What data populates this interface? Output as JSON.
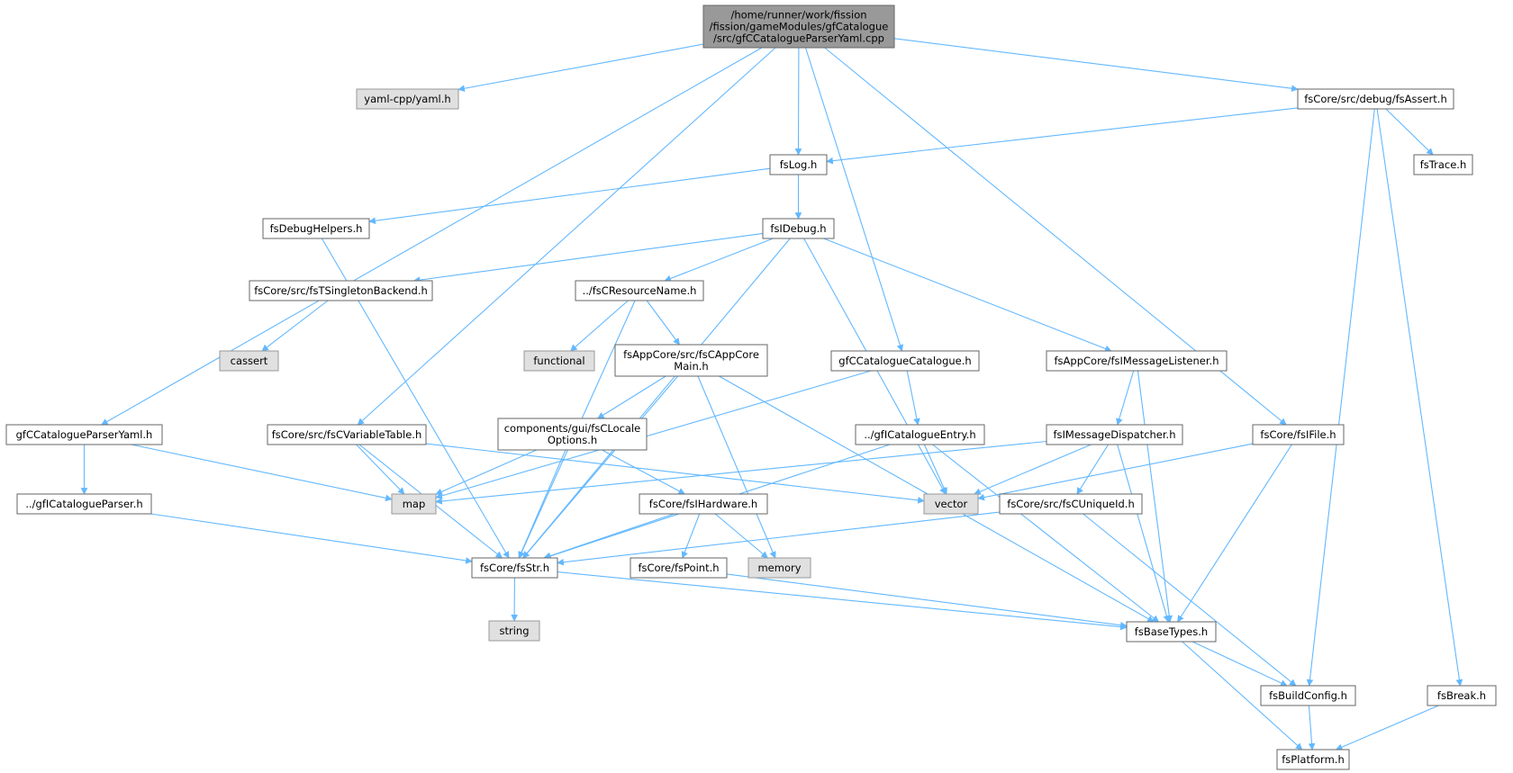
{
  "colors": {
    "edge": "#63b8ff",
    "node_fill": "#ffffff",
    "node_stroke": "#666666",
    "root_fill": "#999999",
    "root_stroke": "#666666",
    "external_fill": "#e0e0e0",
    "external_stroke": "#999999"
  },
  "nodes": {
    "root": {
      "lines": [
        "/home/runner/work/fission",
        "/fission/gameModules/gfCatalogue",
        "/src/gfCCatalogueParserYaml.cpp"
      ]
    },
    "yaml": {
      "lines": [
        "yaml-cpp/yaml.h"
      ]
    },
    "fsAssert": {
      "lines": [
        "fsCore/src/debug/fsAssert.h"
      ]
    },
    "fsLog": {
      "lines": [
        "fsLog.h"
      ]
    },
    "fsTrace": {
      "lines": [
        "fsTrace.h"
      ]
    },
    "fsDebugHelpers": {
      "lines": [
        "fsDebugHelpers.h"
      ]
    },
    "fsIDebug": {
      "lines": [
        "fsIDebug.h"
      ]
    },
    "fsTSingleton": {
      "lines": [
        "fsCore/src/fsTSingletonBackend.h"
      ]
    },
    "fsCResourceName": {
      "lines": [
        "../fsCResourceName.h"
      ]
    },
    "cassert": {
      "lines": [
        "cassert"
      ]
    },
    "functional": {
      "lines": [
        "functional"
      ]
    },
    "fsCAppCoreMain": {
      "lines": [
        "fsAppCore/src/fsCAppCore",
        "Main.h"
      ]
    },
    "gfCCatalogueCatalogue": {
      "lines": [
        "gfCCatalogueCatalogue.h"
      ]
    },
    "fsIMessageListener": {
      "lines": [
        "fsAppCore/fsIMessageListener.h"
      ]
    },
    "gfCCatalogueParserYaml": {
      "lines": [
        "gfCCatalogueParserYaml.h"
      ]
    },
    "fsCVariableTable": {
      "lines": [
        "fsCore/src/fsCVariableTable.h"
      ]
    },
    "fsCLocaleOptions": {
      "lines": [
        "components/gui/fsCLocale",
        "Options.h"
      ]
    },
    "gfICatalogueEntry": {
      "lines": [
        "../gfICatalogueEntry.h"
      ]
    },
    "fsIMessageDispatcher": {
      "lines": [
        "fsIMessageDispatcher.h"
      ]
    },
    "fsIFile": {
      "lines": [
        "fsCore/fsIFile.h"
      ]
    },
    "gfICatalogueParser": {
      "lines": [
        "../gfICatalogueParser.h"
      ]
    },
    "map": {
      "lines": [
        "map"
      ]
    },
    "vector": {
      "lines": [
        "vector"
      ]
    },
    "fsIHardware": {
      "lines": [
        "fsCore/fsIHardware.h"
      ]
    },
    "fsCUniqueId": {
      "lines": [
        "fsCore/src/fsCUniqueId.h"
      ]
    },
    "fsStr": {
      "lines": [
        "fsCore/fsStr.h"
      ]
    },
    "fsPoint": {
      "lines": [
        "fsCore/fsPoint.h"
      ]
    },
    "memory": {
      "lines": [
        "memory"
      ]
    },
    "string": {
      "lines": [
        "string"
      ]
    },
    "fsBaseTypes": {
      "lines": [
        "fsBaseTypes.h"
      ]
    },
    "fsBuildConfig": {
      "lines": [
        "fsBuildConfig.h"
      ]
    },
    "fsBreak": {
      "lines": [
        "fsBreak.h"
      ]
    },
    "fsPlatform": {
      "lines": [
        "fsPlatform.h"
      ]
    }
  }
}
